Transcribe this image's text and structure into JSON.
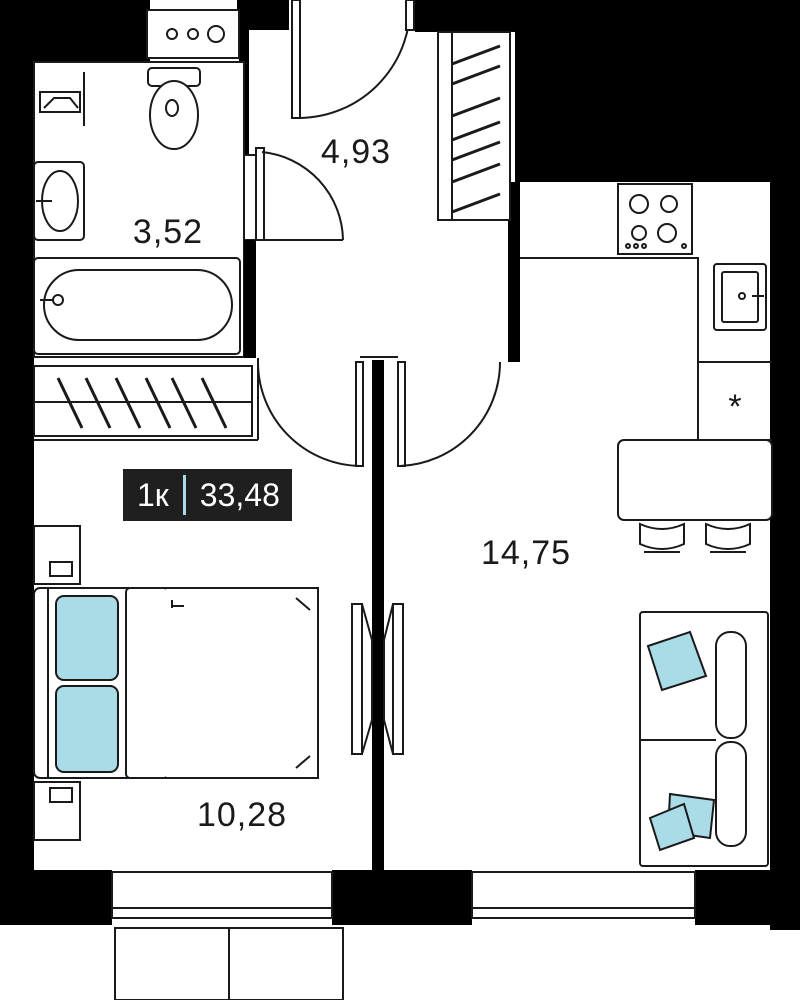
{
  "plan": {
    "rooms": {
      "hall": "4,93",
      "bathroom": "3,52",
      "living_kitchen": "14,75",
      "bedroom": "10,28"
    },
    "badge": {
      "rooms": "1к",
      "total_area": "33,48"
    },
    "kitchen_symbol": "*",
    "colors": {
      "wall": "#000000",
      "line": "#1a1a1a",
      "accent": "#a9dce6",
      "background": "#ffffff"
    }
  }
}
